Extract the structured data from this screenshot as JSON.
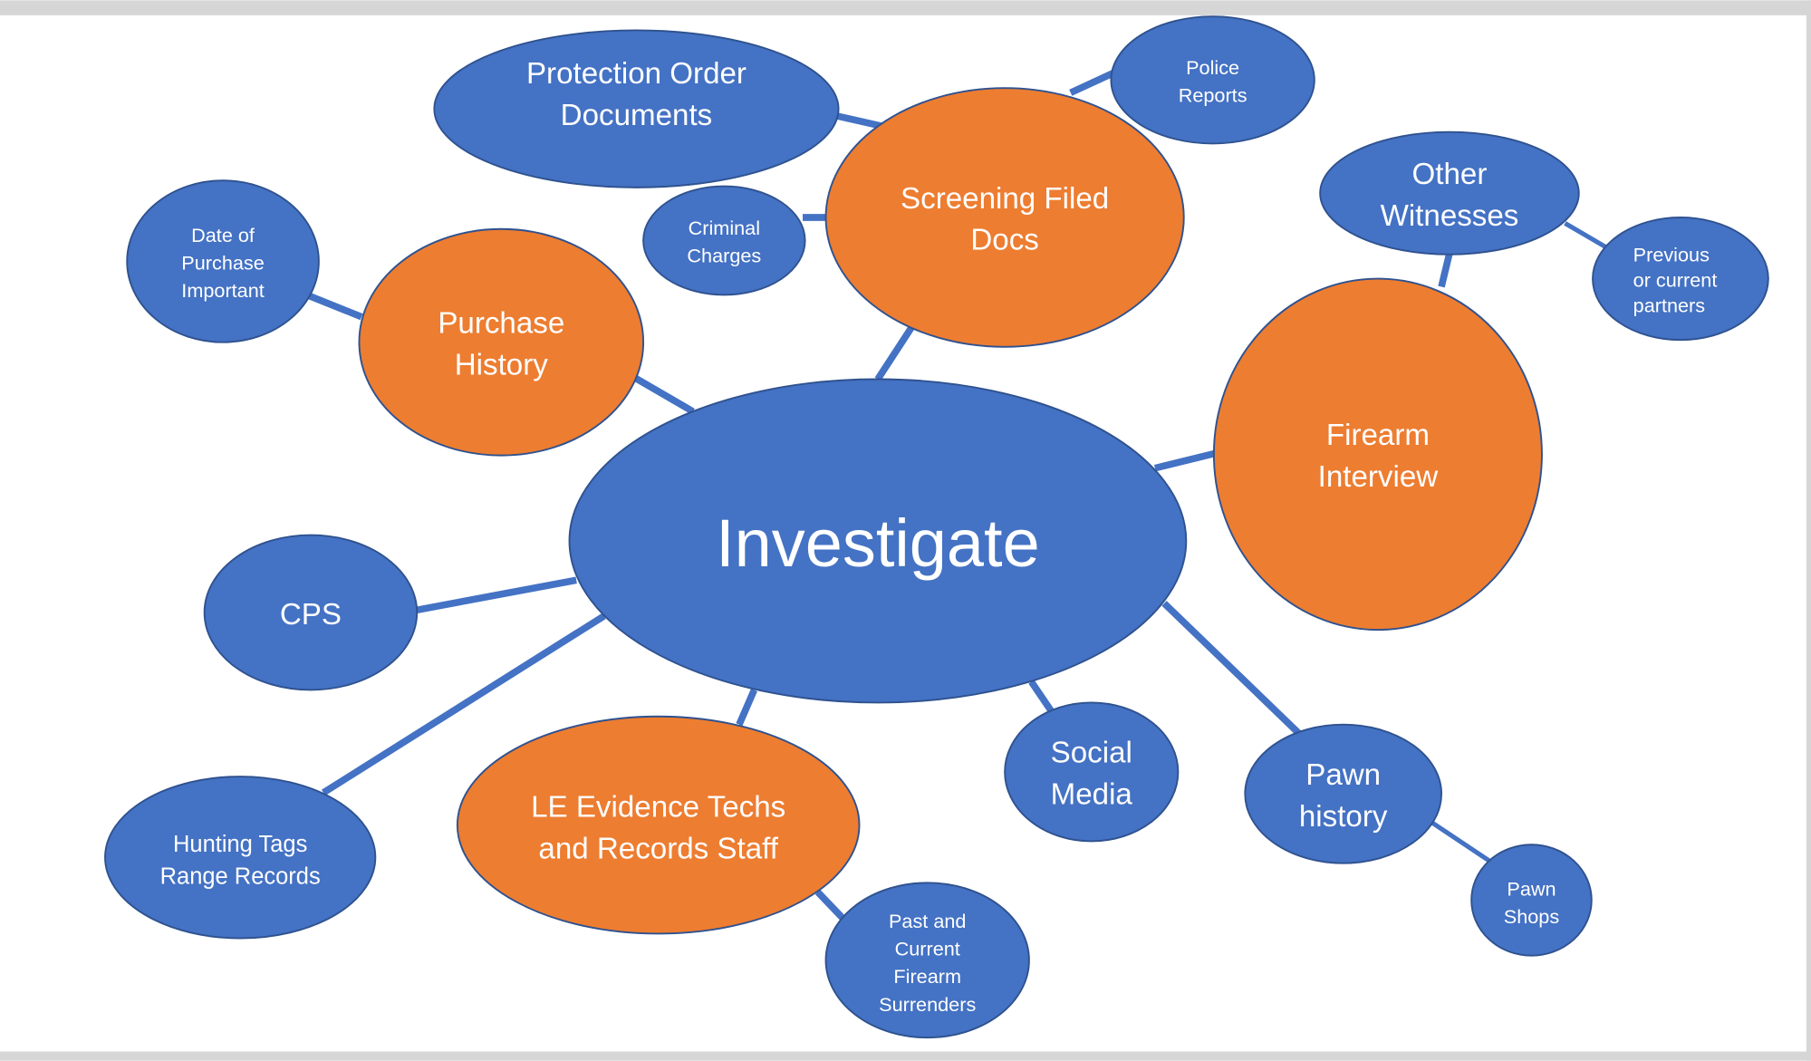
{
  "diagram": {
    "center": {
      "label": "Investigate"
    },
    "nodes": {
      "protection_order": {
        "lines": [
          "Protection Order",
          "Documents"
        ]
      },
      "screening": {
        "lines": [
          "Screening Filed",
          "Docs"
        ]
      },
      "police_reports": {
        "lines": [
          "Police",
          "Reports"
        ]
      },
      "criminal_charges": {
        "lines": [
          "Criminal",
          "Charges"
        ]
      },
      "purchase_history": {
        "lines": [
          "Purchase",
          "History"
        ]
      },
      "date_of_purchase": {
        "lines": [
          "Date of",
          "Purchase",
          "Important"
        ]
      },
      "other_witnesses": {
        "lines": [
          "Other",
          "Witnesses"
        ]
      },
      "previous_partners": {
        "lines": [
          "Previous",
          "or current",
          "partners"
        ]
      },
      "firearm_interview": {
        "lines": [
          "Firearm",
          "Interview"
        ]
      },
      "cps": {
        "lines": [
          "CPS"
        ]
      },
      "hunting_tags": {
        "lines": [
          "Hunting Tags",
          "Range Records"
        ]
      },
      "le_evidence": {
        "lines": [
          "LE Evidence Techs",
          "and Records Staff"
        ]
      },
      "firearm_surrenders": {
        "lines": [
          "Past and",
          "Current",
          "Firearm",
          "Surrenders"
        ]
      },
      "social_media": {
        "lines": [
          "Social",
          "Media"
        ]
      },
      "pawn_history": {
        "lines": [
          "Pawn",
          "history"
        ]
      },
      "pawn_shops": {
        "lines": [
          "Pawn",
          "Shops"
        ]
      }
    },
    "colors": {
      "blue": "#4472c4",
      "orange": "#ed7d31",
      "outline": "#2f528f"
    }
  }
}
